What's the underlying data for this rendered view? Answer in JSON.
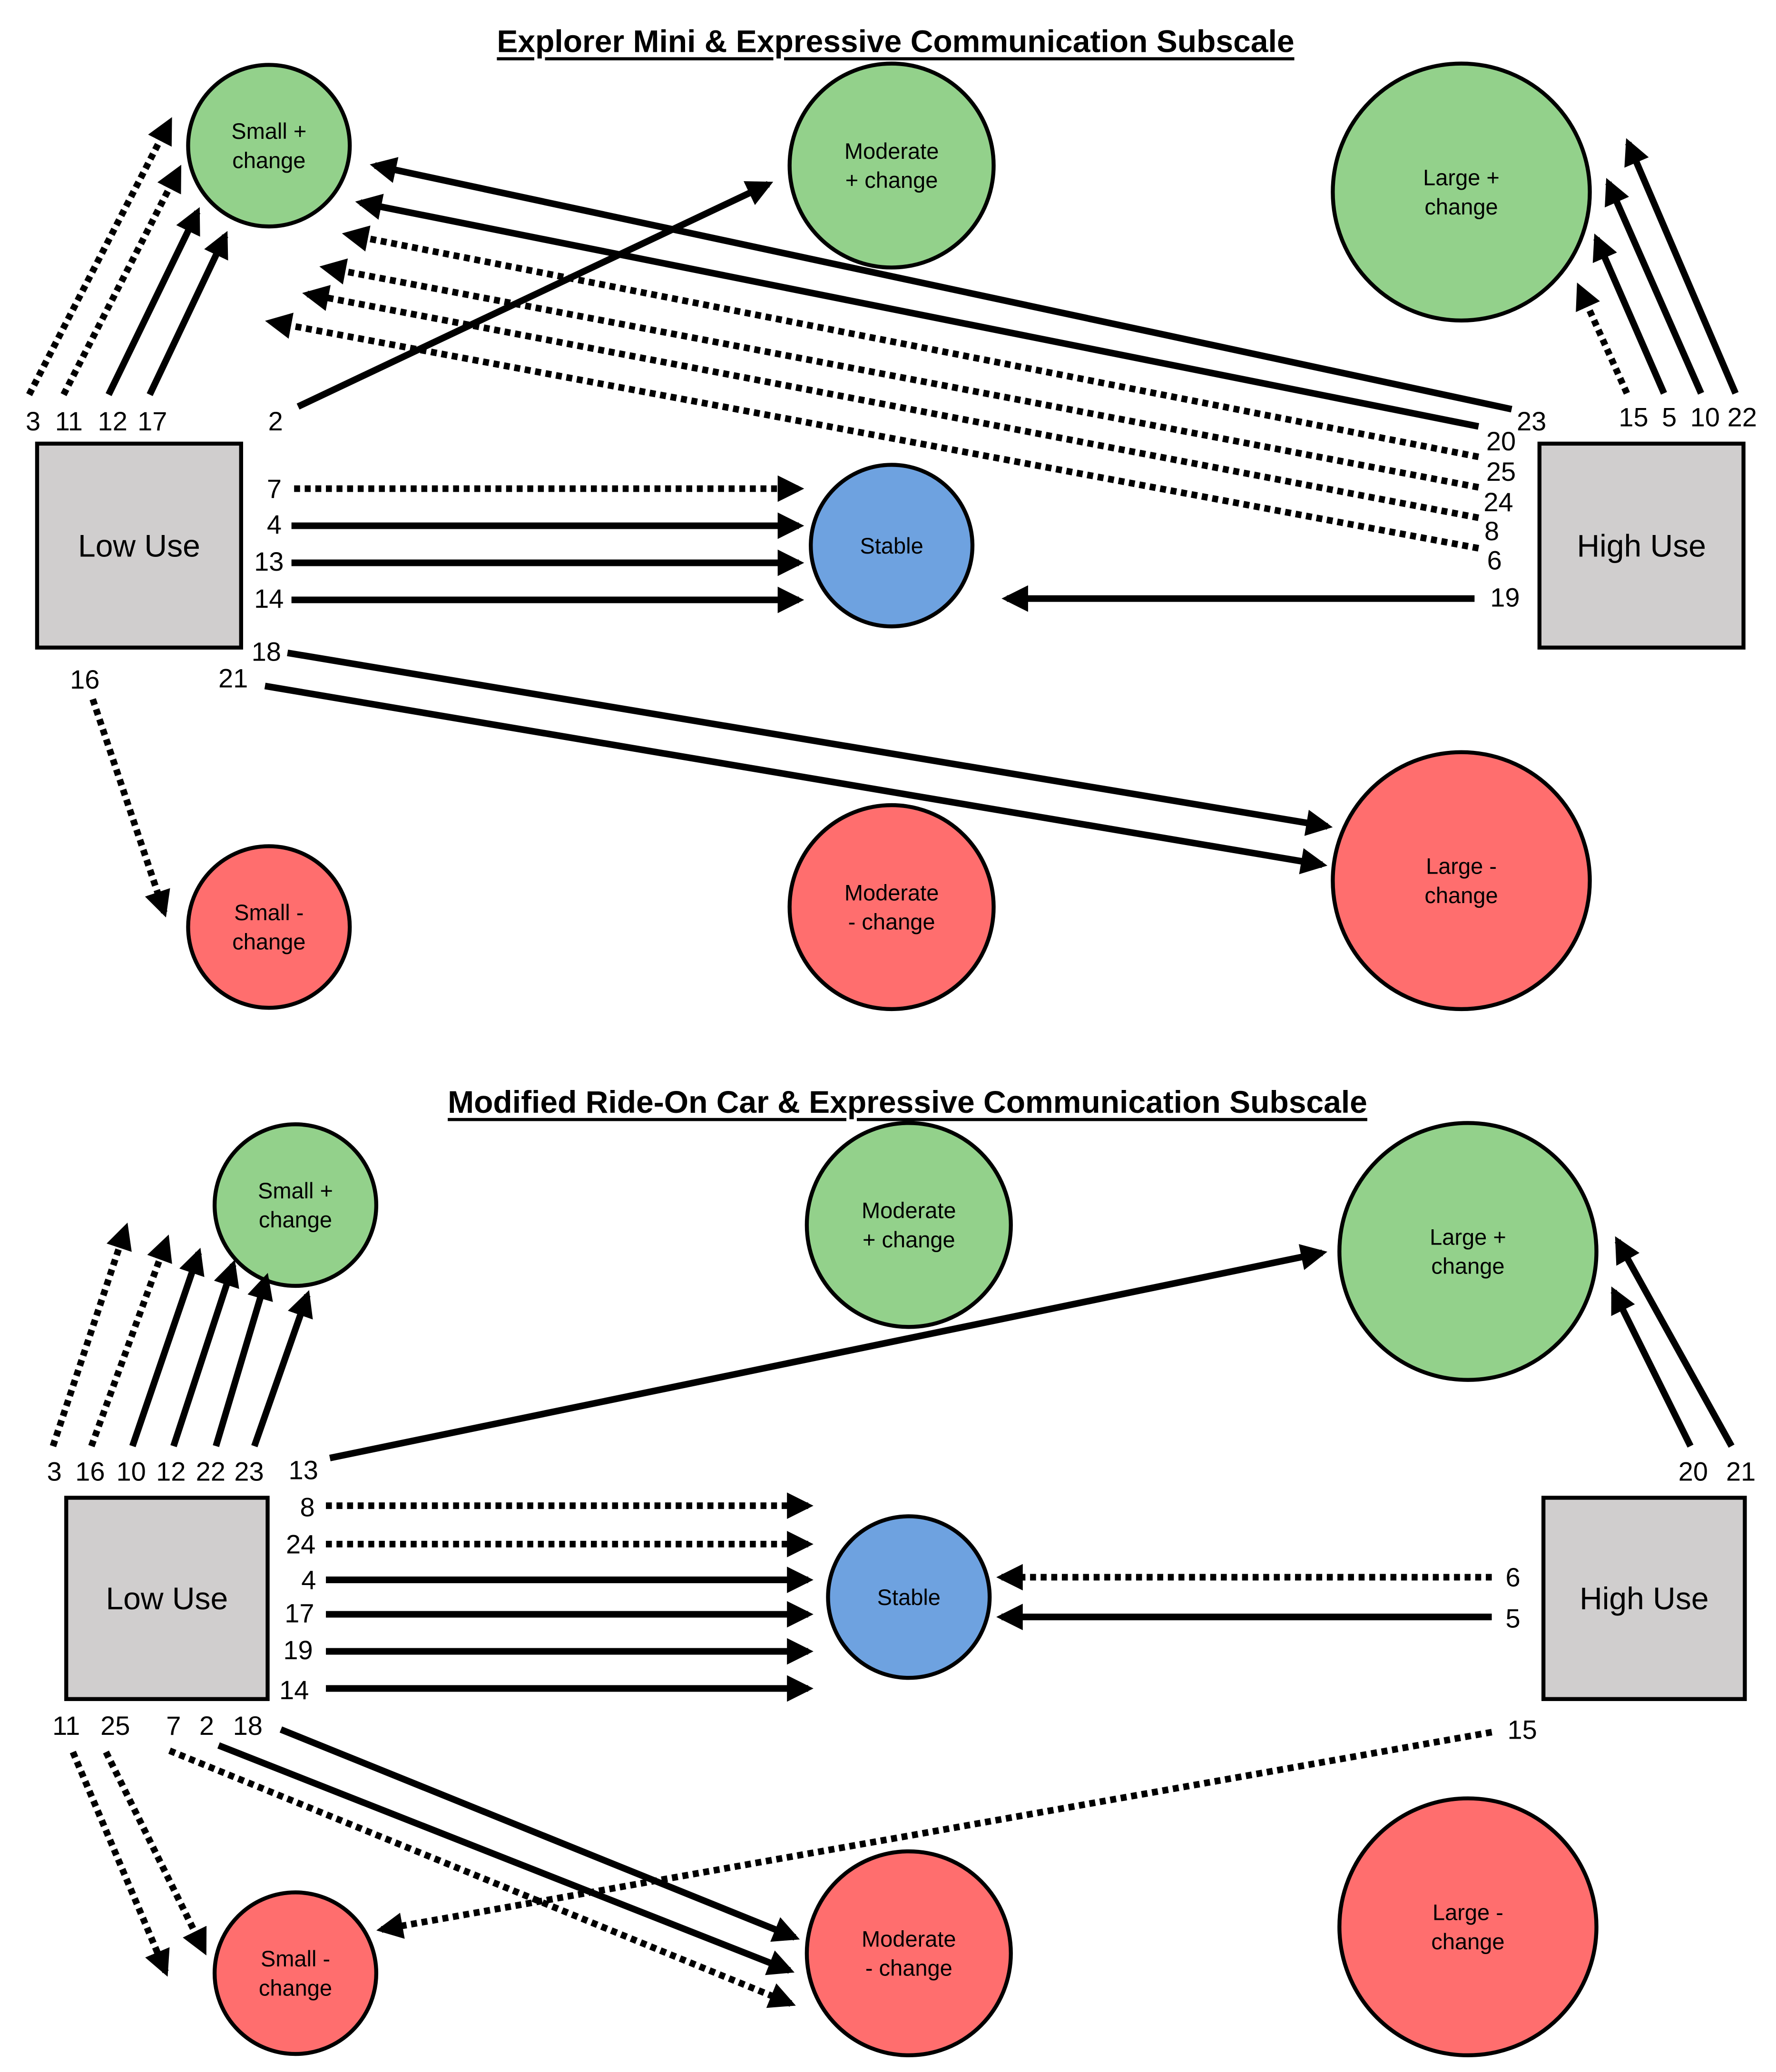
{
  "panels": [
    {
      "title": "Explorer Mini & Expressive Communication Subscale",
      "nodes": {
        "small_pos": {
          "lines": [
            "Small  +",
            "change"
          ],
          "color": "#93d18b"
        },
        "moderate_pos": {
          "lines": [
            "Moderate",
            "+ change"
          ],
          "color": "#93d18b"
        },
        "large_pos": {
          "lines": [
            "Large  +",
            "change"
          ],
          "color": "#93d18b"
        },
        "low_use": {
          "lines": [
            "Low Use"
          ],
          "color": "#d0cece"
        },
        "stable": {
          "lines": [
            "Stable"
          ],
          "color": "#6ea2e0"
        },
        "high_use": {
          "lines": [
            "High Use"
          ],
          "color": "#d0cece"
        },
        "small_neg": {
          "lines": [
            "Small  -",
            "change"
          ],
          "color": "#ff6e6e"
        },
        "moderate_neg": {
          "lines": [
            "Moderate",
            "- change"
          ],
          "color": "#ff6e6e"
        },
        "large_neg": {
          "lines": [
            "Large  -",
            "change"
          ],
          "color": "#ff6e6e"
        }
      },
      "labels": [
        "3",
        "11",
        "12",
        "17",
        "2",
        "23",
        "20",
        "25",
        "24",
        "8",
        "6",
        "15",
        "5",
        "10",
        "22",
        "7",
        "4",
        "13",
        "14",
        "19",
        "16",
        "18",
        "21"
      ],
      "arrows": [
        {
          "id": "3",
          "style": "dotted"
        },
        {
          "id": "11",
          "style": "dotted"
        },
        {
          "id": "12",
          "style": "solid"
        },
        {
          "id": "17",
          "style": "solid"
        },
        {
          "id": "2",
          "style": "solid"
        },
        {
          "id": "23",
          "style": "solid"
        },
        {
          "id": "20",
          "style": "solid"
        },
        {
          "id": "25",
          "style": "dotted"
        },
        {
          "id": "24",
          "style": "dotted"
        },
        {
          "id": "8",
          "style": "dotted"
        },
        {
          "id": "6",
          "style": "dotted"
        },
        {
          "id": "15",
          "style": "dotted"
        },
        {
          "id": "5",
          "style": "solid"
        },
        {
          "id": "10",
          "style": "solid"
        },
        {
          "id": "22",
          "style": "solid"
        },
        {
          "id": "7",
          "style": "dotted"
        },
        {
          "id": "4",
          "style": "solid"
        },
        {
          "id": "13",
          "style": "solid"
        },
        {
          "id": "14",
          "style": "solid"
        },
        {
          "id": "19",
          "style": "solid"
        },
        {
          "id": "16",
          "style": "dotted"
        },
        {
          "id": "18",
          "style": "solid"
        },
        {
          "id": "21",
          "style": "solid"
        }
      ]
    },
    {
      "title": "Modified Ride-On Car & Expressive Communication Subscale",
      "nodes": {
        "small_pos": {
          "lines": [
            "Small  +",
            "change"
          ],
          "color": "#93d18b"
        },
        "moderate_pos": {
          "lines": [
            "Moderate",
            "+ change"
          ],
          "color": "#93d18b"
        },
        "large_pos": {
          "lines": [
            "Large  +",
            "change"
          ],
          "color": "#93d18b"
        },
        "low_use": {
          "lines": [
            "Low Use"
          ],
          "color": "#d0cece"
        },
        "stable": {
          "lines": [
            "Stable"
          ],
          "color": "#6ea2e0"
        },
        "high_use": {
          "lines": [
            "High Use"
          ],
          "color": "#d0cece"
        },
        "small_neg": {
          "lines": [
            "Small  -",
            "change"
          ],
          "color": "#ff6e6e"
        },
        "moderate_neg": {
          "lines": [
            "Moderate",
            "- change"
          ],
          "color": "#ff6e6e"
        },
        "large_neg": {
          "lines": [
            "Large  -",
            "change"
          ],
          "color": "#ff6e6e"
        }
      },
      "labels": [
        "3",
        "16",
        "10",
        "12",
        "22",
        "23",
        "13",
        "20",
        "21",
        "8",
        "24",
        "4",
        "17",
        "19",
        "14",
        "6",
        "5",
        "11",
        "25",
        "7",
        "2",
        "18",
        "15"
      ],
      "arrows": [
        {
          "id": "3",
          "style": "dotted"
        },
        {
          "id": "16",
          "style": "dotted"
        },
        {
          "id": "10",
          "style": "solid"
        },
        {
          "id": "12",
          "style": "solid"
        },
        {
          "id": "22",
          "style": "solid"
        },
        {
          "id": "23",
          "style": "solid"
        },
        {
          "id": "13",
          "style": "solid"
        },
        {
          "id": "20",
          "style": "solid"
        },
        {
          "id": "21",
          "style": "solid"
        },
        {
          "id": "8",
          "style": "dotted"
        },
        {
          "id": "24",
          "style": "dotted"
        },
        {
          "id": "4",
          "style": "solid"
        },
        {
          "id": "17",
          "style": "solid"
        },
        {
          "id": "19",
          "style": "solid"
        },
        {
          "id": "14",
          "style": "solid"
        },
        {
          "id": "6",
          "style": "dotted"
        },
        {
          "id": "5",
          "style": "solid"
        },
        {
          "id": "11",
          "style": "dotted"
        },
        {
          "id": "25",
          "style": "dotted"
        },
        {
          "id": "7",
          "style": "dotted"
        },
        {
          "id": "2",
          "style": "solid"
        },
        {
          "id": "18",
          "style": "solid"
        },
        {
          "id": "15",
          "style": "dotted"
        }
      ]
    }
  ]
}
